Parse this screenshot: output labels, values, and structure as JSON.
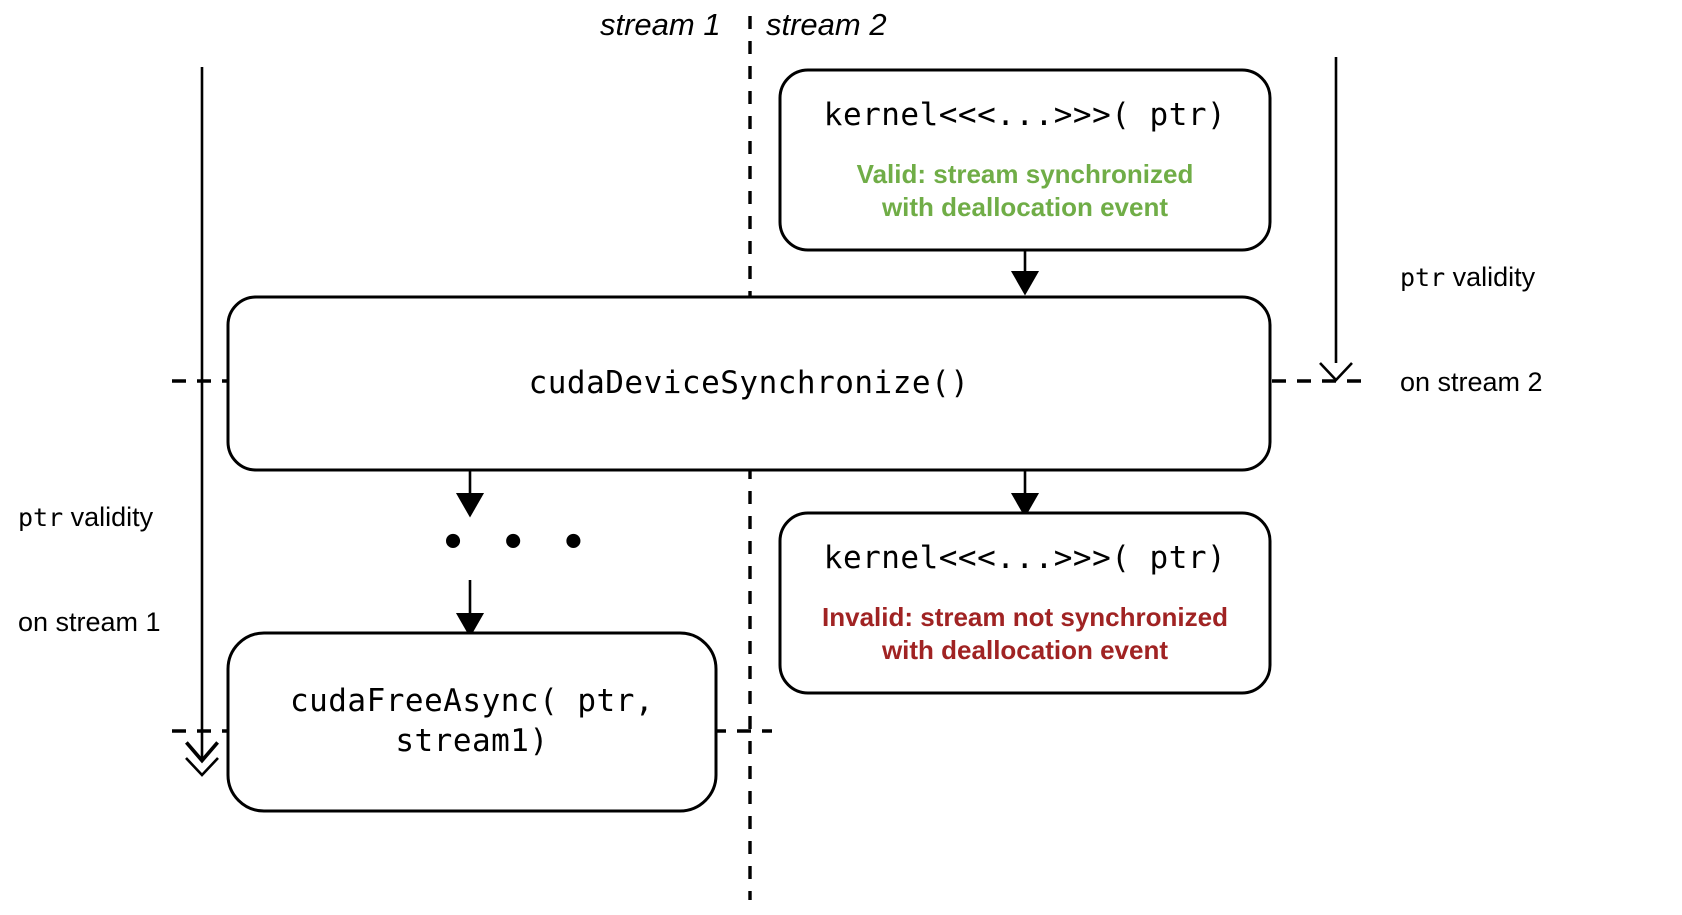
{
  "diagram": {
    "title_stream1": "stream 1",
    "title_stream2": "stream 2",
    "left_axis_label_line1": "ptr",
    "left_axis_label_line1b": " validity",
    "left_axis_label_line2": "on stream 1",
    "right_axis_label_line1": "ptr",
    "right_axis_label_line1b": " validity",
    "right_axis_label_line2": "on stream 2",
    "ellipsis": "• • •",
    "colors": {
      "valid_green": "#70ad47",
      "invalid_red": "#a02323",
      "stroke": "#000000",
      "background": "#ffffff"
    },
    "boxes": {
      "kernel_valid": {
        "code": "kernel<<<...>>>( ptr)",
        "note_line1": "Valid: stream synchronized",
        "note_line2": "with deallocation event",
        "note_color": "#70ad47"
      },
      "device_sync": {
        "code": "cudaDeviceSynchronize()"
      },
      "kernel_invalid": {
        "code": "kernel<<<...>>>( ptr)",
        "note_line1": "Invalid: stream not synchronized",
        "note_line2": "with deallocation event",
        "note_color": "#a02323"
      },
      "free_async": {
        "code_line1": "cudaFreeAsync( ptr,",
        "code_line2": "stream1)"
      }
    }
  }
}
